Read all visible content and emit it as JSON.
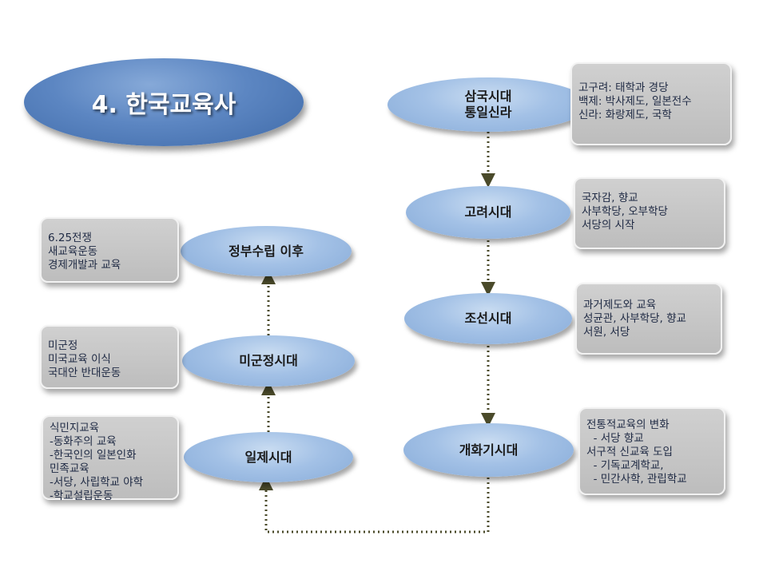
{
  "title": "4. 한국교육사",
  "eras": {
    "samguk": {
      "line1": "삼국시대",
      "line2": "통일신라"
    },
    "goryeo": "고려시대",
    "joseon": "조선시대",
    "gaehwa": "개화기시대",
    "ilje": "일제시대",
    "migunjeong": "미군정시대",
    "jeongbu": "정부수립 이후"
  },
  "notes": {
    "samguk": [
      "고구려: 태학과 경당",
      "백제: 박사제도, 일본전수",
      "신라: 화랑제도, 국학"
    ],
    "goryeo": [
      "국자감, 향교",
      "사부학당, 오부학당",
      "서당의 시작"
    ],
    "joseon": [
      "과거제도와 교육",
      "성균관, 사부학당, 향교",
      "서원, 서당"
    ],
    "gaehwa": [
      "전통적교육의 변화",
      "  - 서당 향교",
      "서구적 신교육 도입",
      "  - 기독교계학교,",
      "  - 민간사학, 관립학교"
    ],
    "ilje": [
      "식민지교육",
      "-동화주의 교육",
      "-한국인의 일본인화",
      "민족교육",
      "-서당, 사립학교 야학",
      "-학교설립운동"
    ],
    "migunjeong": [
      "미군정",
      "미국교육 이식",
      "국대안 반대운동"
    ],
    "jeongbu": [
      "6.25전쟁",
      "새교육운동",
      "경제개발과 교육"
    ]
  },
  "colors": {
    "title_fill": "#4f78b6",
    "era_fill": "#a3c1e6",
    "note_fill": "#c4c4c4",
    "arrow": "#4a4a2a"
  }
}
